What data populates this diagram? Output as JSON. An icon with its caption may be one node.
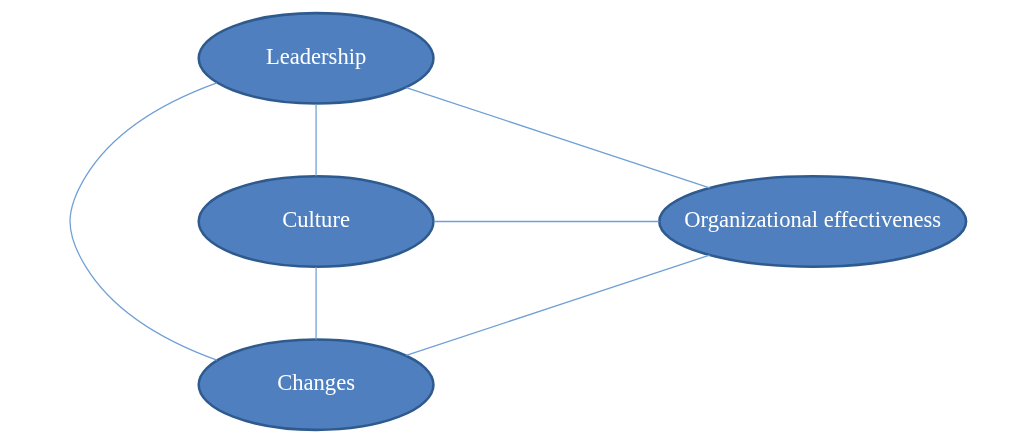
{
  "diagram": {
    "nodes": [
      {
        "text": [
          "Leadership"
        ]
      },
      {
        "text": [
          "Culture"
        ]
      },
      {
        "text": [
          "Changes"
        ]
      },
      {
        "text": [
          "Organizational effectiveness"
        ]
      }
    ],
    "edges": [
      {
        "from": 0,
        "to": 3,
        "arrow": "none"
      },
      {
        "from": 1,
        "to": 3,
        "arrow": "none"
      },
      {
        "from": 2,
        "to": 3,
        "arrow": "none"
      },
      {
        "from": 0,
        "to": 1,
        "arrow": "none"
      },
      {
        "from": 1,
        "to": 2,
        "arrow": "none"
      },
      {
        "from": 0,
        "to": 2,
        "arrow": "none"
      }
    ]
  }
}
